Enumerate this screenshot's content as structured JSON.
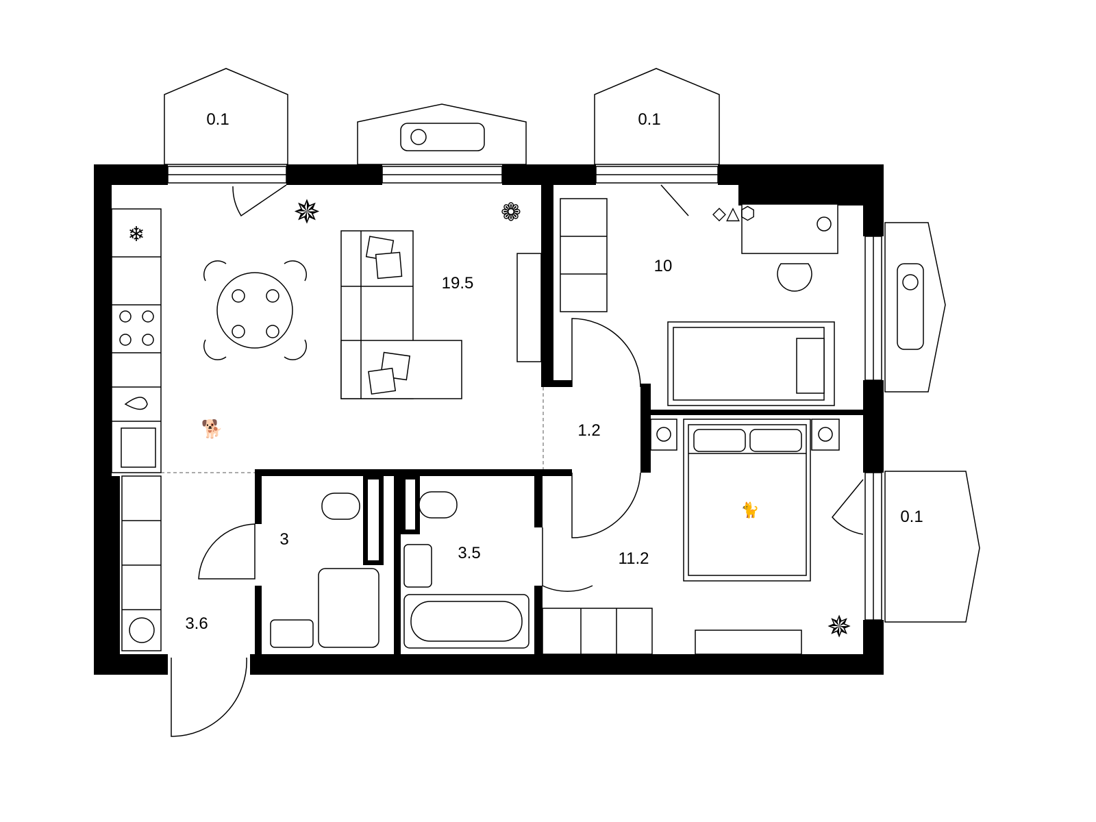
{
  "rooms": {
    "balcony_left": {
      "area": "0.1"
    },
    "balcony_middle_right": {
      "area": "0.1"
    },
    "balcony_bedroom": {
      "area": "0.1"
    },
    "living_kitchen": {
      "area": "19.5"
    },
    "kids_room": {
      "area": "10"
    },
    "corridor": {
      "area": "1.2"
    },
    "bedroom": {
      "area": "11.2"
    },
    "toilet": {
      "area": "3"
    },
    "bathroom": {
      "area": "3.5"
    },
    "hallway": {
      "area": "3.6"
    }
  },
  "colors": {
    "wall": "#000000",
    "background": "#ffffff"
  }
}
